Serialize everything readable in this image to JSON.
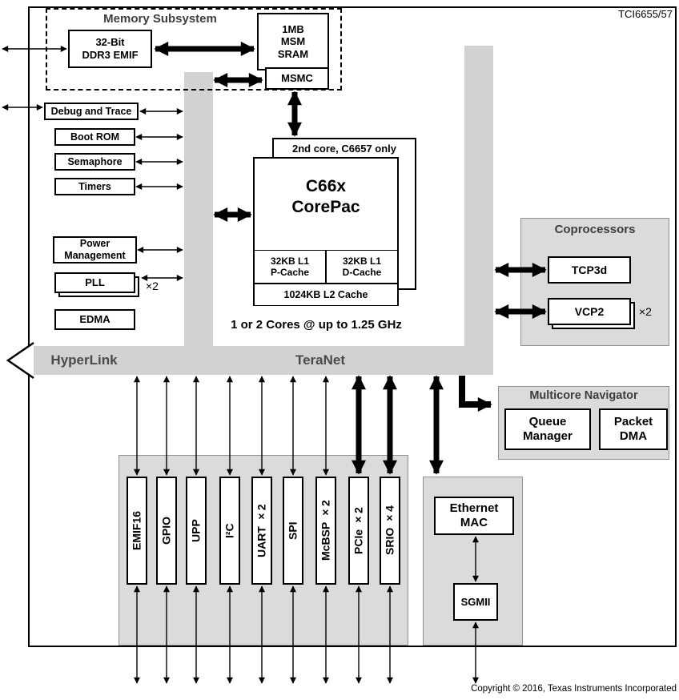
{
  "chip": {
    "label": "TCI6655/57",
    "copyright": "Copyright © 2016, Texas Instruments Incorporated"
  },
  "memory_subsystem": {
    "title": "Memory Subsystem",
    "ddr3_emif": "32-Bit\nDDR3 EMIF",
    "msm_sram": "1MB\nMSM\nSRAM",
    "msmc": "MSMC"
  },
  "left_column": {
    "debug_trace": "Debug and Trace",
    "boot_rom": "Boot ROM",
    "semaphore": "Semaphore",
    "timers": "Timers",
    "power_management": "Power\nManagement",
    "pll": "PLL",
    "pll_multiplier": "×2",
    "edma": "EDMA"
  },
  "core": {
    "second_core_note": "2nd core, C6657 only",
    "corepac": "C66x\nCorePac",
    "l1_pcache": "32KB L1\nP-Cache",
    "l1_dcache": "32KB L1\nD-Cache",
    "l2_cache": "1024KB L2 Cache",
    "cores_note": "1 or 2 Cores @ up to 1.25 GHz"
  },
  "interconnect": {
    "teranet": "TeraNet",
    "hyperlink": "HyperLink"
  },
  "coprocessors": {
    "title": "Coprocessors",
    "tcp3d": "TCP3d",
    "vcp2": "VCP2",
    "vcp2_multiplier": "×2"
  },
  "navigator": {
    "title": "Multicore Navigator",
    "queue_manager": "Queue\nManager",
    "packet_dma": "Packet\nDMA"
  },
  "peripherals": {
    "items": [
      {
        "label": "EMIF16"
      },
      {
        "label": "GPIO"
      },
      {
        "label": "UPP"
      },
      {
        "label": "I²C"
      },
      {
        "label": "UART ×2"
      },
      {
        "label": "SPI"
      },
      {
        "label": "McBSP ×2"
      },
      {
        "label": "PCIe ×2"
      },
      {
        "label": "SRIO ×4"
      }
    ]
  },
  "network": {
    "ethernet_mac": "Ethernet\nMAC",
    "sgmii": "SGMII"
  }
}
